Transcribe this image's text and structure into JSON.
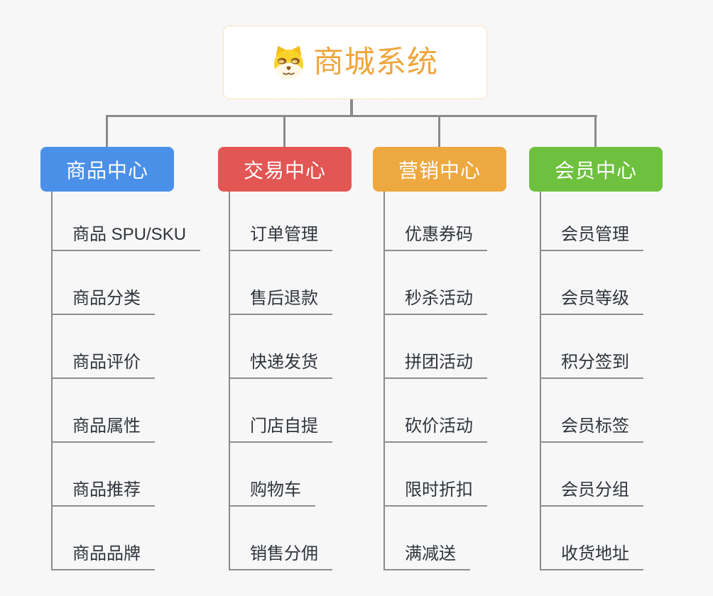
{
  "root": {
    "title": "商城系统",
    "icon": "dog-face-icon"
  },
  "branches": [
    {
      "id": "product-center",
      "label": "商品中心",
      "color": "#4A90E8",
      "items": [
        "商品 SPU/SKU",
        "商品分类",
        "商品评价",
        "商品属性",
        "商品推荐",
        "商品品牌"
      ]
    },
    {
      "id": "trade-center",
      "label": "交易中心",
      "color": "#E25654",
      "items": [
        "订单管理",
        "售后退款",
        "快递发货",
        "门店自提",
        "购物车",
        "销售分佣"
      ]
    },
    {
      "id": "marketing-center",
      "label": "营销中心",
      "color": "#EDA83F",
      "items": [
        "优惠券码",
        "秒杀活动",
        "拼团活动",
        "砍价活动",
        "限时折扣",
        "满减送"
      ]
    },
    {
      "id": "member-center",
      "label": "会员中心",
      "color": "#6EC13E",
      "items": [
        "会员管理",
        "会员等级",
        "积分签到",
        "会员标签",
        "会员分组",
        "收货地址"
      ]
    }
  ],
  "palette": {
    "background": "#F7F7F7",
    "connector": "#8A8A8A",
    "leaf_underline": "#8E8E8E",
    "leaf_text": "#2F343B",
    "root_border_dotted": "#F3C77E",
    "root_title": "#EFA63D",
    "header_text": "#FFFFFF"
  }
}
